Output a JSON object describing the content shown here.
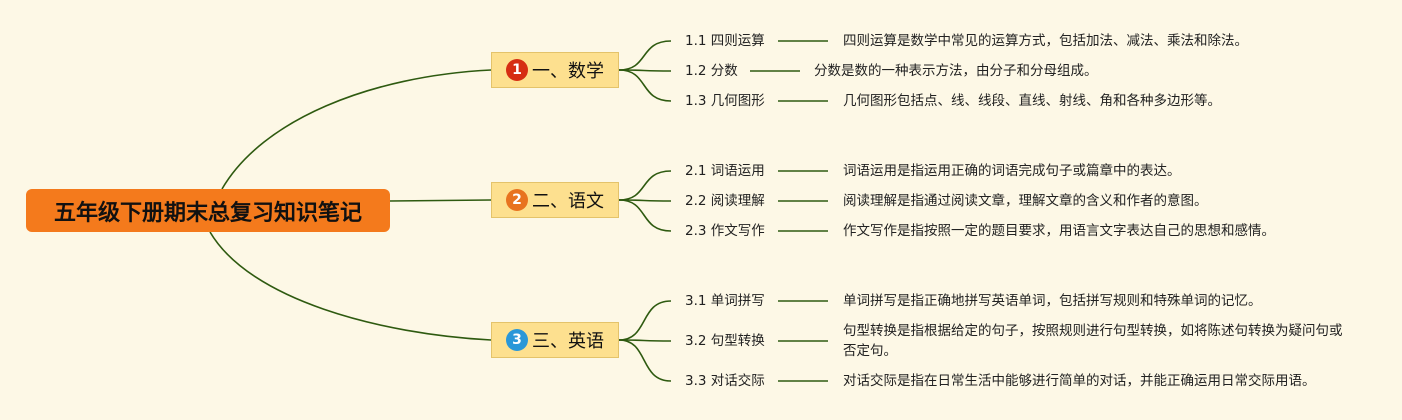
{
  "title": "五年级下册期末总复习知识笔记",
  "branches": [
    {
      "number": "1",
      "label": "一、数学",
      "badge_color": "#d62d12",
      "items": [
        {
          "label": "1.1 四则运算",
          "desc": "四则运算是数学中常见的运算方式，包括加法、减法、乘法和除法。"
        },
        {
          "label": "1.2 分数",
          "desc": "分数是数的一种表示方法，由分子和分母组成。"
        },
        {
          "label": "1.3 几何图形",
          "desc": "几何图形包括点、线、线段、直线、射线、角和各种多边形等。"
        }
      ]
    },
    {
      "number": "2",
      "label": "二、语文",
      "badge_color": "#e8731f",
      "items": [
        {
          "label": "2.1 词语运用",
          "desc": "词语运用是指运用正确的词语完成句子或篇章中的表达。"
        },
        {
          "label": "2.2 阅读理解",
          "desc": "阅读理解是指通过阅读文章，理解文章的含义和作者的意图。"
        },
        {
          "label": "2.3 作文写作",
          "desc": "作文写作是指按照一定的题目要求，用语言文字表达自己的思想和感情。"
        }
      ]
    },
    {
      "number": "3",
      "label": "三、英语",
      "badge_color": "#2a97d8",
      "items": [
        {
          "label": "3.1 单词拼写",
          "desc": "单词拼写是指正确地拼写英语单词，包括拼写规则和特殊单词的记忆。"
        },
        {
          "label": "3.2 句型转换",
          "desc": "句型转换是指根据给定的句子，按照规则进行句型转换，如将陈述句转换为疑问句或否定句。"
        },
        {
          "label": "3.3 对话交际",
          "desc": "对话交际是指在日常生活中能够进行简单的对话，并能正确运用日常交际用语。"
        }
      ]
    }
  ],
  "colors": {
    "line": "#2e5a10",
    "background": "#fdf8e6",
    "root": "#f47a1c",
    "branch": "#fde08f"
  }
}
